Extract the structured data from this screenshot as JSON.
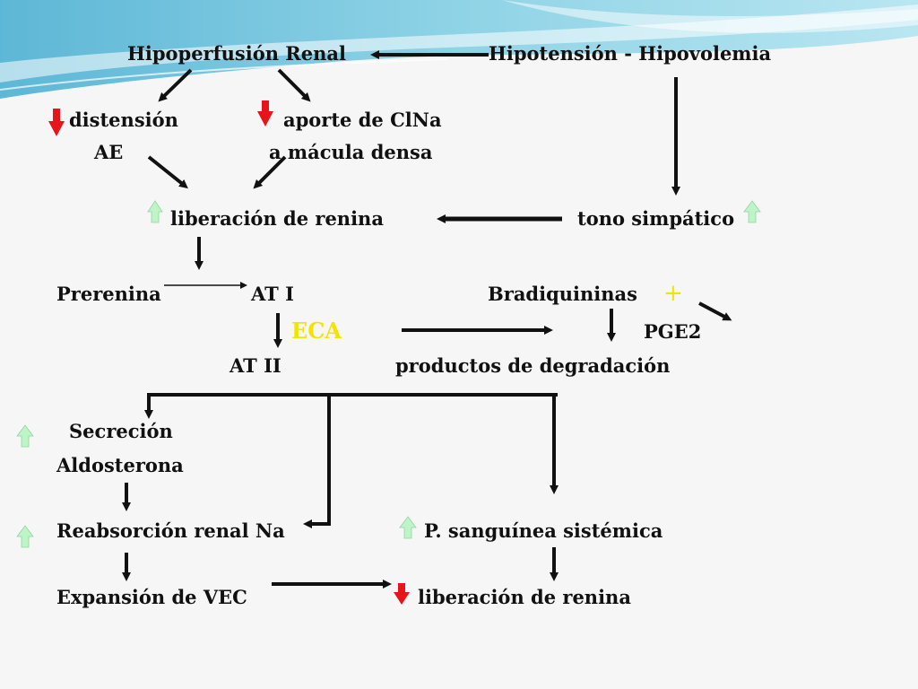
{
  "diagram": {
    "labels": {
      "hipoperfusion": "Hipoperfusión Renal",
      "hipotension": "Hipotensión - Hipovolemia",
      "distension": "distensión",
      "ae": "AE",
      "aporte": "aporte de ClNa",
      "macula": "a mácula densa",
      "liberacion_renina": "liberación de renina",
      "tono": "tono simpático",
      "prerenina": "Prerenina",
      "at1": "AT I",
      "bradiquininas": "Bradiquininas",
      "plus": "+",
      "eca": "ECA",
      "pge2": "PGE2",
      "at2": "AT II",
      "productos": "productos de degradación",
      "secrecion": "Secreción",
      "aldosterona": "Aldosterona",
      "reabsorcion": "Reabsorción renal Na",
      "psanguinea": "P. sanguínea sistémica",
      "expansion": "Expansión de VEC",
      "liberacion_renina_2": "liberación de renina"
    },
    "colors": {
      "increase_arrow": "#bff3c8",
      "decrease_arrow": "#e8141c",
      "highlight": "#f2e400",
      "header_wave": "#6fc1d9"
    }
  }
}
